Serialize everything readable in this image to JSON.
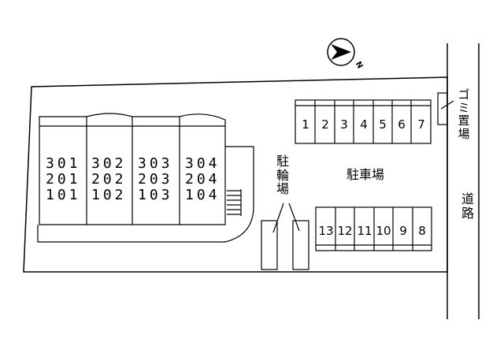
{
  "compass": {
    "label": "N",
    "icon": "north-arrow-icon"
  },
  "building": {
    "columns": [
      [
        "301",
        "201",
        "101"
      ],
      [
        "302",
        "202",
        "102"
      ],
      [
        "303",
        "203",
        "103"
      ],
      [
        "304",
        "204",
        "104"
      ]
    ]
  },
  "bicycle_parking": {
    "label": "駐輪場"
  },
  "parking": {
    "label": "駐車場",
    "top_row": [
      "1",
      "2",
      "3",
      "4",
      "5",
      "6",
      "7"
    ],
    "bottom_row": [
      "13",
      "12",
      "11",
      "10",
      "9",
      "8"
    ]
  },
  "garbage": {
    "label": "ゴミ置場"
  },
  "road": {
    "label": "道路"
  }
}
